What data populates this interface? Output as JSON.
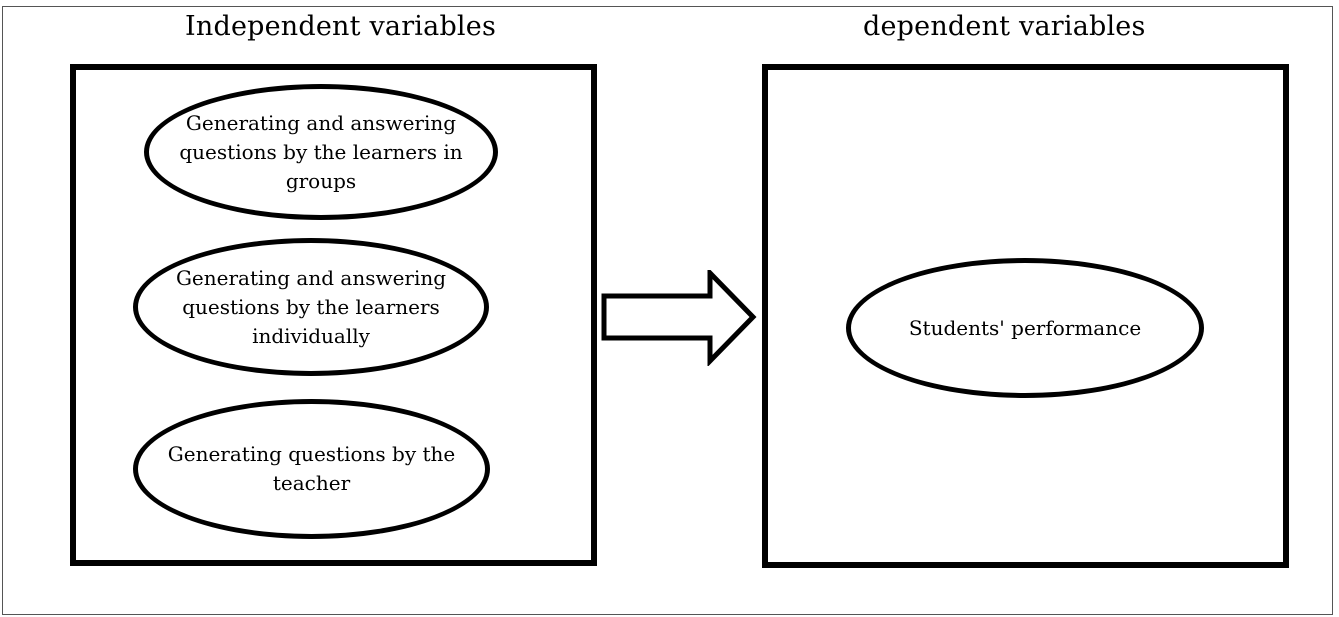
{
  "left_column": {
    "heading": "Independent variables",
    "items": [
      {
        "text": "Generating and answering\nquestions by the learners in\ngroups"
      },
      {
        "text": "Generating and answering\nquestions by the learners\nindividually"
      },
      {
        "text": "Generating questions by the\nteacher"
      }
    ]
  },
  "right_column": {
    "heading": "dependent variables",
    "items": [
      {
        "text": "Students' performance"
      }
    ]
  },
  "colors": {
    "stroke": "#000000",
    "background": "#ffffff"
  }
}
